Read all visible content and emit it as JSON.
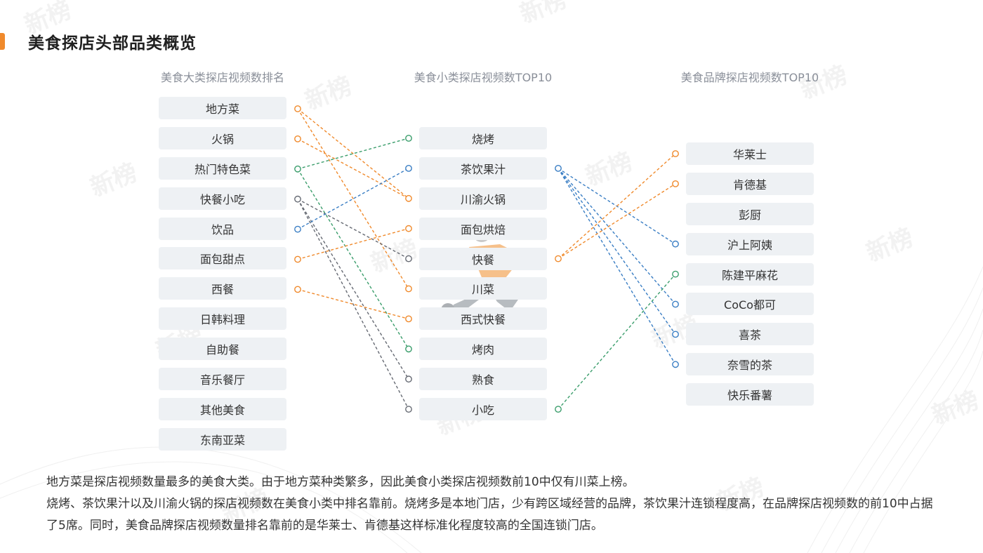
{
  "page": {
    "title": "美食探店头部品类概览"
  },
  "columns": {
    "major": {
      "title": "美食大类探店视频数排名",
      "items": [
        "地方菜",
        "火锅",
        "热门特色菜",
        "快餐小吃",
        "饮品",
        "面包甜点",
        "西餐",
        "日韩料理",
        "自助餐",
        "音乐餐厅",
        "其他美食",
        "东南亚菜"
      ]
    },
    "minor": {
      "title": "美食小类探店视频数TOP10",
      "items": [
        "烧烤",
        "茶饮果汁",
        "川渝火锅",
        "面包烘焙",
        "快餐",
        "川菜",
        "西式快餐",
        "烤肉",
        "熟食",
        "小吃"
      ]
    },
    "brand": {
      "title": "美食品牌探店视频数TOP10",
      "items": [
        "华莱士",
        "肯德基",
        "彭厨",
        "沪上阿姨",
        "陈建平麻花",
        "CoCo都可",
        "喜茶",
        "奈雪的茶",
        "快乐番薯"
      ]
    }
  },
  "links_major_to_minor": [
    {
      "from": 0,
      "to": 2,
      "color": "#f08a2c"
    },
    {
      "from": 0,
      "to": 5,
      "color": "#f08a2c"
    },
    {
      "from": 1,
      "to": 2,
      "color": "#f08a2c"
    },
    {
      "from": 2,
      "to": 0,
      "color": "#3a9d6b"
    },
    {
      "from": 2,
      "to": 7,
      "color": "#3a9d6b"
    },
    {
      "from": 3,
      "to": 4,
      "color": "#666a73"
    },
    {
      "from": 3,
      "to": 8,
      "color": "#666a73"
    },
    {
      "from": 3,
      "to": 9,
      "color": "#666a73"
    },
    {
      "from": 4,
      "to": 1,
      "color": "#3a7ec4"
    },
    {
      "from": 5,
      "to": 3,
      "color": "#f08a2c"
    },
    {
      "from": 6,
      "to": 6,
      "color": "#f08a2c"
    }
  ],
  "links_minor_to_brand": [
    {
      "from": 1,
      "to": 3,
      "color": "#3a7ec4"
    },
    {
      "from": 1,
      "to": 5,
      "color": "#3a7ec4"
    },
    {
      "from": 1,
      "to": 6,
      "color": "#3a7ec4"
    },
    {
      "from": 1,
      "to": 7,
      "color": "#3a7ec4"
    },
    {
      "from": 4,
      "to": 0,
      "color": "#f08a2c"
    },
    {
      "from": 4,
      "to": 1,
      "color": "#f08a2c"
    },
    {
      "from": 9,
      "to": 4,
      "color": "#3a9d6b"
    }
  ],
  "description": {
    "line1": "地方菜是探店视频数量最多的美食大类。由于地方菜种类繁多，因此美食小类探店视频数前10中仅有川菜上榜。",
    "line2": "烧烤、茶饮果汁以及川渝火锅的探店视频数在美食小类中排名靠前。烧烤多是本地门店，少有跨区域经营的品牌，茶饮果汁连锁程度高，在品牌探店视频数的前10中占据了5席。同时，美食品牌探店视频数量排名靠前的是华莱士、肯德基这样标准化程度较高的全国连锁门店。"
  },
  "watermark": {
    "text": "新榜"
  }
}
